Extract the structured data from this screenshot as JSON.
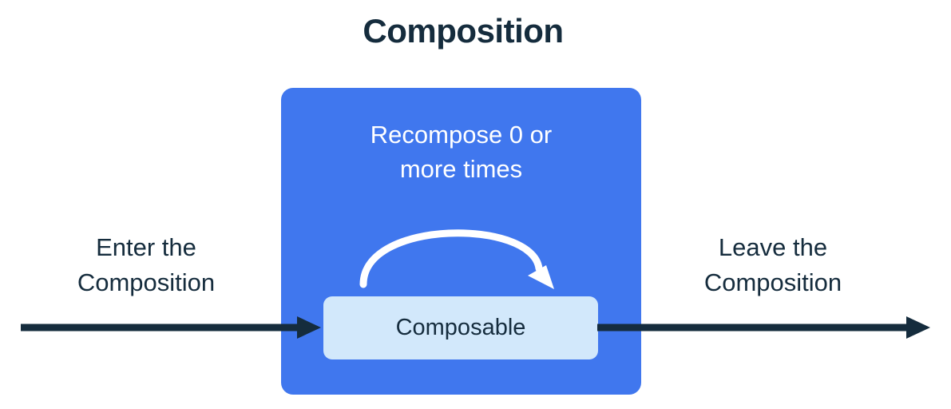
{
  "title": "Composition",
  "composition_box": {
    "name": "Composition",
    "fill": "#4077ee",
    "recompose_note": {
      "line1": "Recompose 0 or",
      "line2": "more times"
    },
    "recompose_arrow_icon": "loop-arrow-icon",
    "composable_node": {
      "label": "Composable",
      "fill": "#d2e8fb"
    }
  },
  "enter": {
    "line1": "Enter the",
    "line2": "Composition",
    "arrow_icon": "arrow-right-icon"
  },
  "leave": {
    "line1": "Leave the",
    "line2": "Composition",
    "arrow_icon": "arrow-right-icon"
  },
  "colors": {
    "background": "#ffffff",
    "ink": "#152c3d",
    "composition_blue": "#4077ee",
    "composable_blue": "#d2e8fb",
    "arrow_white": "#ffffff"
  },
  "chart_data": {
    "type": "diagram",
    "title": "Composition",
    "nodes": [
      {
        "id": "composition",
        "label": "Composition",
        "kind": "container",
        "color": "#4077ee"
      },
      {
        "id": "composable",
        "label": "Composable",
        "kind": "node",
        "color": "#d2e8fb"
      }
    ],
    "edges": [
      {
        "from": "outside",
        "to": "composable",
        "label": "Enter the Composition",
        "style": "straight-arrow",
        "color": "#152c3d"
      },
      {
        "from": "composable",
        "to": "composable",
        "label": "Recompose 0 or more times",
        "style": "loop-arrow",
        "color": "#ffffff"
      },
      {
        "from": "composable",
        "to": "outside",
        "label": "Leave the Composition",
        "style": "straight-arrow",
        "color": "#152c3d"
      }
    ]
  }
}
